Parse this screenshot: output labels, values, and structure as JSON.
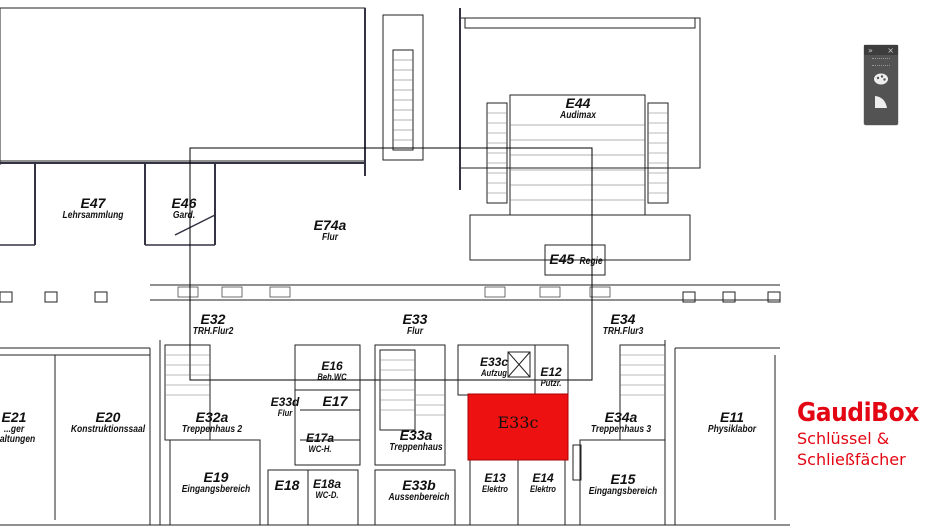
{
  "rooms": [
    {
      "id": "E44",
      "name": "Audimax"
    },
    {
      "id": "E47",
      "name": "Lehrsammlung"
    },
    {
      "id": "E46",
      "name": "Gard."
    },
    {
      "id": "E74a",
      "name": "Flur"
    },
    {
      "id": "E45",
      "name": "Regie"
    },
    {
      "id": "E32",
      "name": "TRH.Flur2"
    },
    {
      "id": "E33",
      "name": "Flur"
    },
    {
      "id": "E34",
      "name": "TRH.Flur3"
    },
    {
      "id": "E16",
      "name": "Beh.WC"
    },
    {
      "id": "E33c",
      "name": "Aufzug"
    },
    {
      "id": "E12",
      "name": "Putzr."
    },
    {
      "id": "E21",
      "name": "...ger\n...altungen"
    },
    {
      "id": "E20",
      "name": "Konstruktionssaal"
    },
    {
      "id": "E32a",
      "name": "Treppenhaus 2"
    },
    {
      "id": "E33d",
      "name": "Flur"
    },
    {
      "id": "E17",
      "name": ""
    },
    {
      "id": "E17a",
      "name": "WC-H."
    },
    {
      "id": "E33a",
      "name": "Treppenhaus"
    },
    {
      "id": "E34a",
      "name": "Treppenhaus 3"
    },
    {
      "id": "E11",
      "name": "Physiklabor"
    },
    {
      "id": "E19",
      "name": "Eingangsbereich"
    },
    {
      "id": "E18",
      "name": ""
    },
    {
      "id": "E18a",
      "name": "WC-D."
    },
    {
      "id": "E33b",
      "name": "Aussenbereich"
    },
    {
      "id": "E13",
      "name": "Elektro"
    },
    {
      "id": "E14",
      "name": "Elektro"
    },
    {
      "id": "E15",
      "name": "Eingangsbereich"
    }
  ],
  "highlight": {
    "id": "E33c",
    "color": "#ee1111"
  },
  "brand": {
    "title": "GaudiBox",
    "line1": "Schlüssel &",
    "line2": "Schließfächer",
    "color": "#e30613"
  },
  "palette_panel": {
    "collapse_glyph": "»",
    "close_glyph": "×",
    "tools": [
      "color-palette-icon",
      "adjustments-icon"
    ]
  }
}
